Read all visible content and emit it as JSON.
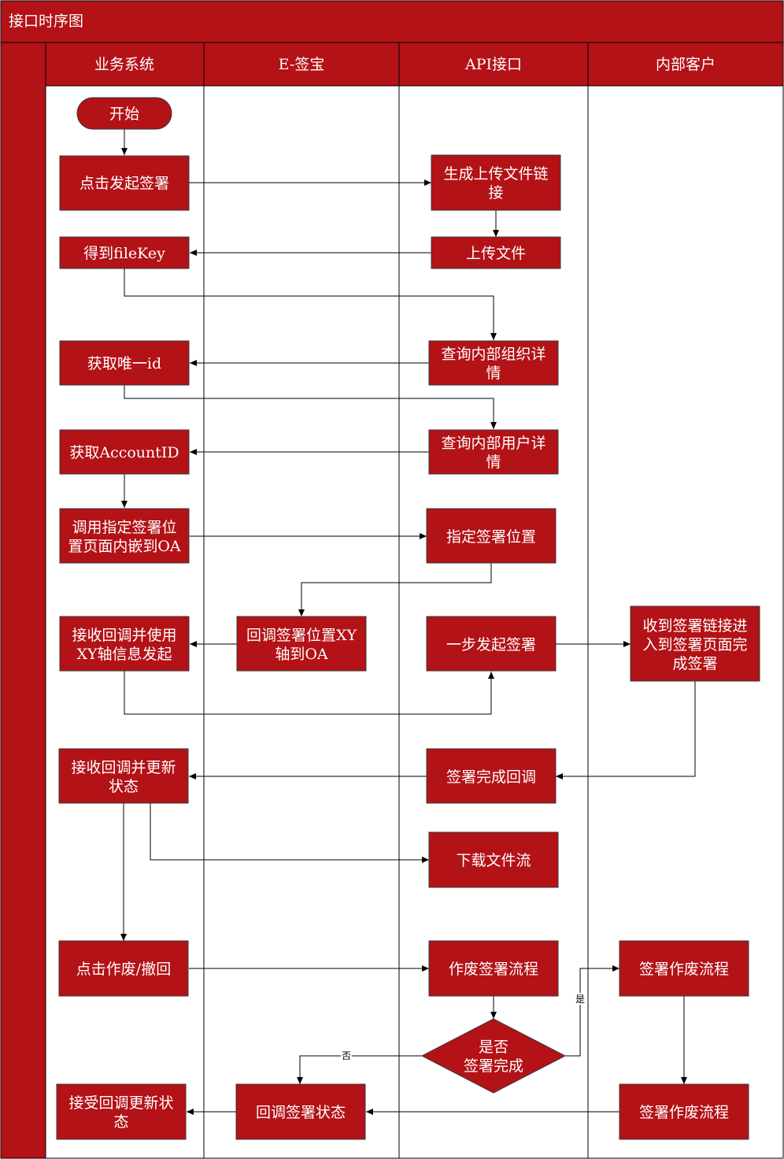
{
  "title": "接口时序图",
  "colors": {
    "primary": "#b31217",
    "text": "#ffffff",
    "line": "#000000"
  },
  "lanes": [
    "业务系统",
    "E-签宝",
    "API接口",
    "内部客户"
  ],
  "nodes": {
    "start": [
      "开始"
    ],
    "click_sign": [
      "点击发起签署"
    ],
    "gen_link": [
      "生成上传文件链",
      "接"
    ],
    "upload": [
      "上传文件"
    ],
    "filekey": [
      "得到fileKey"
    ],
    "query_org": [
      "查询内部组织详",
      "情"
    ],
    "unique_id": [
      "获取唯一id"
    ],
    "query_user": [
      "查询内部用户详",
      "情"
    ],
    "account_id": [
      "获取AccountID"
    ],
    "call_pos": [
      "调用指定签署位",
      "置页面内嵌到OA"
    ],
    "set_pos": [
      "指定签署位置"
    ],
    "callback_xy": [
      "回调签署位置XY",
      "轴到OA"
    ],
    "recv_xy": [
      "接收回调并使用",
      "XY轴信息发起"
    ],
    "one_step": [
      "一步发起签署"
    ],
    "recv_link": [
      "收到签署链接进",
      "入到签署页面完",
      "成签署"
    ],
    "sign_done": [
      "签署完成回调"
    ],
    "recv_update": [
      "接收回调并更新",
      "状态"
    ],
    "download": [
      "下载文件流"
    ],
    "click_void": [
      "点击作废/撤回"
    ],
    "void_flow": [
      "作废签署流程"
    ],
    "decision": [
      "是否",
      "签署完成"
    ],
    "client_void_1": [
      "签署作废流程"
    ],
    "client_void_2": [
      "签署作废流程"
    ],
    "callback_status": [
      "回调签署状态"
    ],
    "accept_update": [
      "接受回调更新状",
      "态"
    ]
  },
  "edge_labels": {
    "yes": "是",
    "no": "否"
  }
}
